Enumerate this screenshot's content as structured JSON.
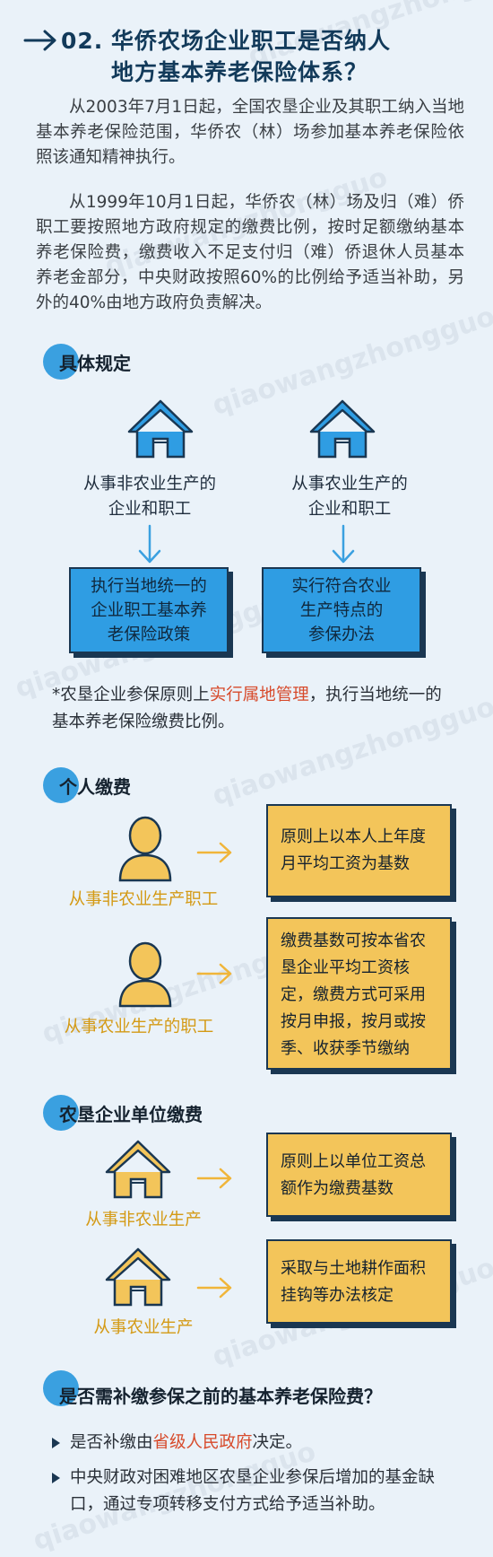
{
  "title": {
    "number": "02.",
    "line1": "华侨农场企业职工是否纳人",
    "line2": "地方基本养老保险体系？"
  },
  "paragraphs": [
    "从2003年7月1日起，全国农垦企业及其职工纳入当地基本养老保险范围，华侨农（林）场参加基本养老保险依照该通知精神执行。",
    "从1999年10月1日起，华侨农（林）场及归（难）侨职工要按照地方政府规定的缴费比例，按时足额缴纳基本养老保险费，缴费收入不足支付归（难）侨退休人员基本养老金部分，中央财政按照60%的比例给予适当补助，另外的40%由地方政府负责解决。"
  ],
  "section1": {
    "label": "具体规定",
    "left": {
      "caption_line1": "从事非农业生产的",
      "caption_line2": "企业和职工",
      "box_line1": "执行当地统一的",
      "box_line2": "企业职工基本养",
      "box_line3": "老保险政策"
    },
    "right": {
      "caption_line1": "从事农业生产的",
      "caption_line2": "企业和职工",
      "box_line1": "实行符合农业",
      "box_line2": "生产特点的",
      "box_line3": "参保办法"
    },
    "note_prefix": "*农垦企业参保原则上",
    "note_highlight": "实行属地管理",
    "note_suffix": "，执行当地统一的基本养老保险缴费比例。"
  },
  "section2": {
    "label": "个人缴费",
    "items": [
      {
        "caption": "从事非农业生产职工",
        "box": "原则上以本人上年度月平均工资为基数"
      },
      {
        "caption": "从事农业生产的职工",
        "box": "缴费基数可按本省农垦企业平均工资核定，缴费方式可采用按月申报，按月或按季、收获季节缴纳"
      }
    ]
  },
  "section3": {
    "label": "农垦企业单位缴费",
    "items": [
      {
        "caption": "从事非农业生产",
        "box": "原则上以单位工资总额作为缴费基数"
      },
      {
        "caption": "从事农业生产",
        "box": "采取与土地耕作面积挂钩等办法核定"
      }
    ]
  },
  "section4": {
    "question": "是否需补缴参保之前的基本养老保险费？",
    "bullet1_prefix": "是否补缴由",
    "bullet1_highlight": "省级人民政府",
    "bullet1_suffix": "决定。",
    "bullet2": "中央财政对困难地区农垦企业参保后增加的基金缺口，通过专项转移支付方式给予适当补助。"
  },
  "watermark": "qiaowangzhongguo",
  "colors": {
    "accent_blue": "#2f9de3",
    "accent_yellow": "#f3c55a",
    "highlight_red": "#d74a2b",
    "background": "#eaf2f9",
    "navy": "#1a3752"
  }
}
